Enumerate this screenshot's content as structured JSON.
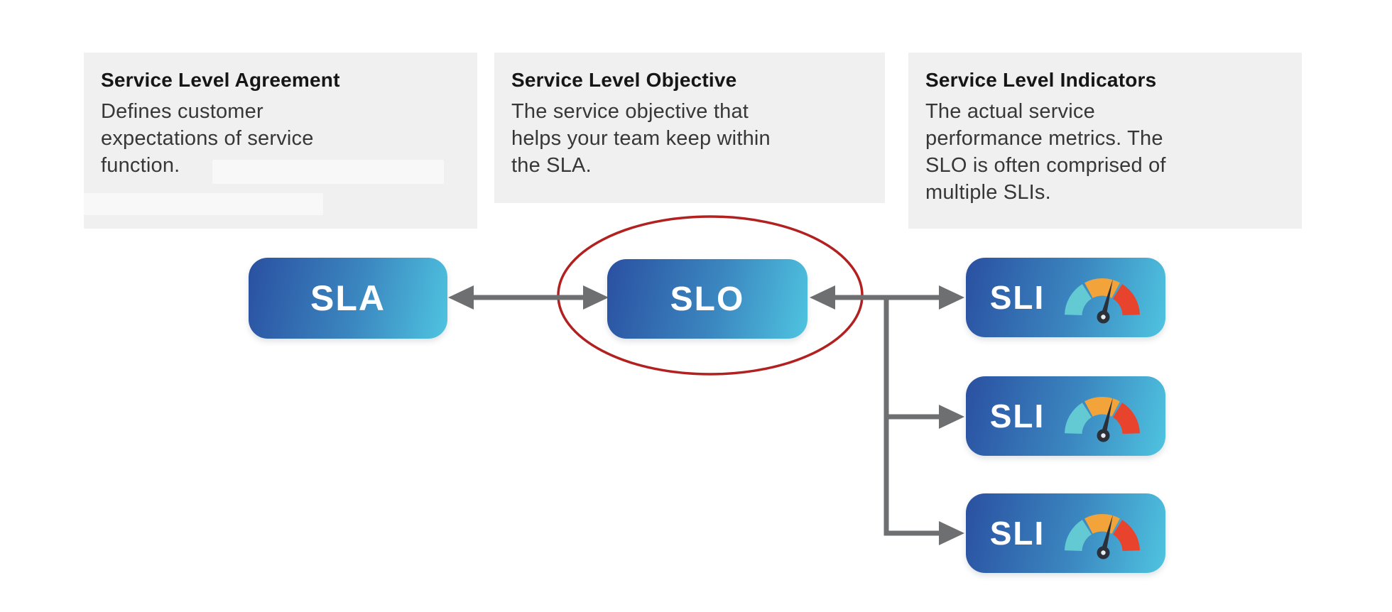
{
  "cards": [
    {
      "title": "Service Level Agreement",
      "lines": [
        "Defines customer",
        "expectations of service",
        "function."
      ]
    },
    {
      "title": "Service Level Objective",
      "lines": [
        "The service objective that",
        "helps your team keep within",
        "the SLA."
      ]
    },
    {
      "title": "Service Level Indicators",
      "lines": [
        "The actual service",
        "performance metrics. The",
        "SLO is often comprised of",
        "multiple SLIs."
      ]
    }
  ],
  "nodes": {
    "sla": {
      "label": "SLA"
    },
    "slo": {
      "label": "SLO"
    },
    "sli1": {
      "label": "SLI"
    },
    "sli2": {
      "label": "SLI"
    },
    "sli3": {
      "label": "SLI"
    }
  },
  "icons": {
    "gauge": "gauge-meter-icon"
  },
  "colors": {
    "card_bg": "#f0f0f0",
    "node_gradient_start": "#2a50a1",
    "node_gradient_end": "#4fc4e0",
    "arrow_gray": "#6e6f71",
    "highlight_ellipse_red": "#b22020",
    "gauge_teal": "#63c9d2",
    "gauge_orange": "#f2a33a",
    "gauge_red": "#e8432d",
    "gauge_needle": "#2c3038"
  }
}
